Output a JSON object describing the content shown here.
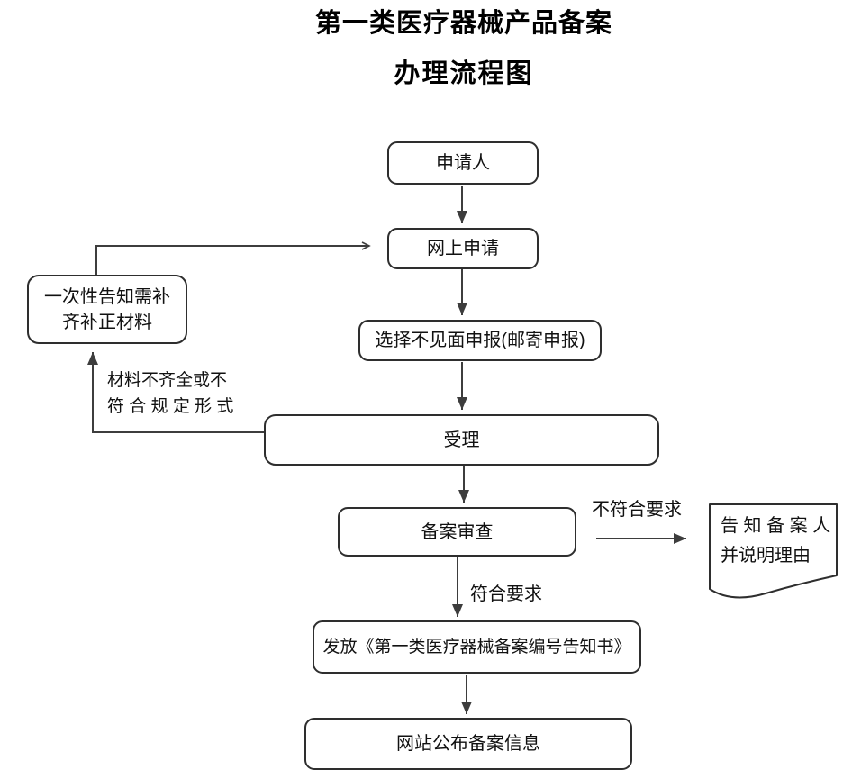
{
  "title": {
    "line1": "第一类医疗器械产品备案",
    "line2": "办理流程图"
  },
  "nodes": {
    "applicant": {
      "label": "申请人"
    },
    "online_application": {
      "label": "网上申请"
    },
    "offsite_declaration": {
      "label": "选择不见面申报(邮寄申报)"
    },
    "acceptance": {
      "label": "受理"
    },
    "record_review": {
      "label": "备案审查"
    },
    "issue_notice": {
      "label": "发放《第一类医疗器械备案编号告知书》"
    },
    "publish_info": {
      "label": "网站公布备案信息"
    },
    "supplement_notice": {
      "line1": "一次性告知需补",
      "line2": "齐补正材料"
    },
    "notify_filer": {
      "line1": "告 知 备 案 人",
      "line2": "并说明理由"
    }
  },
  "edge_labels": {
    "not_compliant": "不符合要求",
    "compliant": "符合要求",
    "incomplete_line1": "材料不齐全或不",
    "incomplete_line2": "符 合 规 定 形 式"
  },
  "colors": {
    "line": "#3d3d3d",
    "border": "#2e2e2e",
    "text": "#111111",
    "background": "#ffffff"
  }
}
